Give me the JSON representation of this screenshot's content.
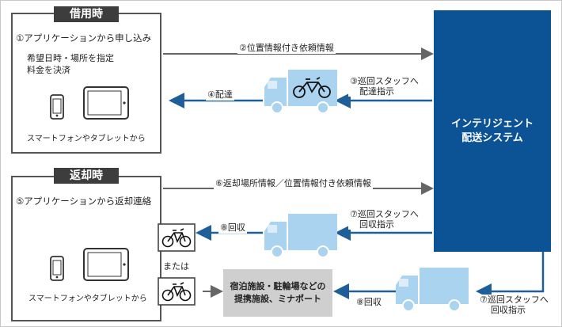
{
  "rental": {
    "title": "借用時",
    "step1": "①アプリケーションから申し込み",
    "note_line1": "希望日時・場所を指定",
    "note_line2": "料金を決済",
    "device_caption": "スマートフォンやタブレットから"
  },
  "return": {
    "title": "返却時",
    "step5": "⑤アプリケーションから返却連絡",
    "device_caption": "スマートフォンやタブレットから",
    "or_label": "または"
  },
  "system": {
    "line1": "インテリジェント",
    "line2": "配送システム"
  },
  "facility": {
    "line1": "宿泊施設・駐輪場などの",
    "line2": "提携施設、ミナポート"
  },
  "flows": {
    "step2": "②位置情報付き依頼情報",
    "step3_line1": "③巡回スタッフへ",
    "step3_line2": "配達指示",
    "step4": "④配達",
    "step6": "⑥返却場所情報／位置情報付き依頼情報",
    "step7_line1": "⑦巡回スタッフへ",
    "step7_line2": "回収指示",
    "step8": "⑧回収",
    "step7b_line1": "⑦巡回スタッフへ",
    "step7b_line2": "回収指示",
    "step8b": "⑧回収"
  },
  "colors": {
    "system_blue": "#0b5394",
    "truck_blue": "#a9d3ef",
    "arrow_gray": "#666666",
    "arrow_blue": "#1f5f99"
  }
}
